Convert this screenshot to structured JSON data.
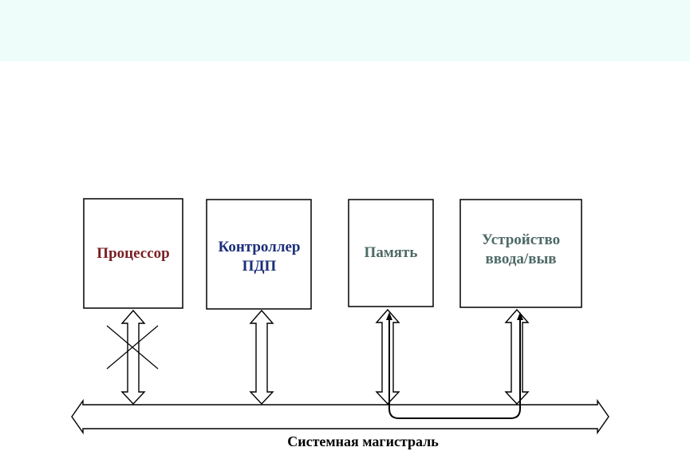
{
  "blocks": {
    "processor": {
      "label": "Процессор",
      "color": "#7a1f24"
    },
    "dma_controller": {
      "line1": "Контроллер",
      "line2": "ПДП",
      "color": "#1c2f7a"
    },
    "memory": {
      "label": "Память",
      "color": "#4e6a66"
    },
    "io_device": {
      "line1": "Устройство",
      "line2": "ввода/выв",
      "color": "#4e6a66"
    }
  },
  "bus": {
    "label": "Системная магистраль",
    "color": "#000000"
  },
  "colors": {
    "band": "#eefdf9",
    "stroke": "#000000"
  },
  "connections": [
    {
      "block": "processor",
      "type": "bidirectional",
      "status": "disabled"
    },
    {
      "block": "dma_controller",
      "type": "bidirectional",
      "status": "active"
    },
    {
      "block": "memory",
      "type": "bidirectional",
      "status": "active"
    },
    {
      "block": "io_device",
      "type": "bidirectional",
      "status": "active"
    },
    {
      "from": "memory",
      "to": "io_device",
      "type": "direct-transfer"
    }
  ]
}
